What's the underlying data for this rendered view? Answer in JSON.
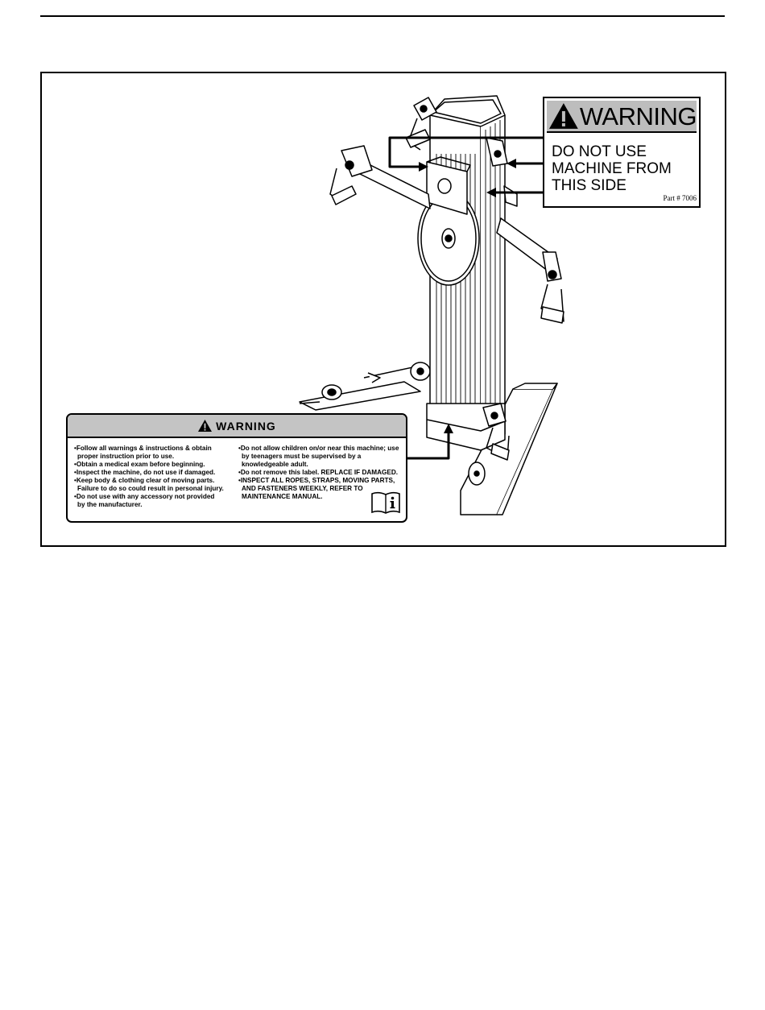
{
  "side_label": {
    "title": "WARNING",
    "lines": [
      "DO NOT USE",
      "MACHINE FROM",
      "THIS SIDE"
    ],
    "part": "Part # 7006",
    "icon": "exclamation-triangle-icon"
  },
  "main_label": {
    "title": "WARNING",
    "icon": "exclamation-triangle-icon",
    "left_lines": [
      "•Follow all warnings & instructions & obtain",
      "  proper instruction prior to use.",
      "•Obtain a medical exam before beginning.",
      "•Inspect the machine, do not use if damaged.",
      "•Keep body & clothing clear of moving parts.",
      "  Failure to do so could result in personal injury.",
      "•Do not use with any accessory not provided",
      "  by the manufacturer."
    ],
    "right_lines": [
      "•Do not allow children on/or near this machine; use",
      "  by teenagers must be supervised by a",
      "  knowledgeable adult.",
      "•Do not remove this label. REPLACE IF DAMAGED.",
      "•INSPECT ALL ROPES, STRAPS, MOVING PARTS,",
      "  AND FASTENERS WEEKLY, REFER TO",
      "  MAINTENANCE MANUAL."
    ],
    "manual_icon": "info-manual-icon"
  },
  "colors": {
    "header_gray": "#bdbdbd",
    "ink": "#000000"
  }
}
